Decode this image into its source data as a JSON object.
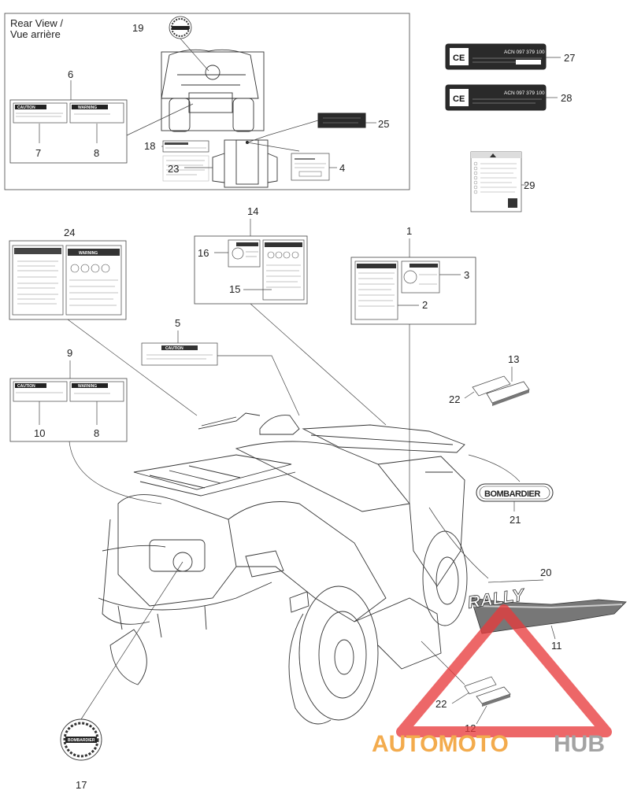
{
  "rear_view": {
    "title_line1": "Rear View /",
    "title_line2": "Vue arrière"
  },
  "callouts": {
    "c1": "1",
    "c2": "2",
    "c3": "3",
    "c4": "4",
    "c5": "5",
    "c6": "6",
    "c7": "7",
    "c8a": "8",
    "c8b": "8",
    "c9": "9",
    "c10": "10",
    "c11": "11",
    "c12": "12",
    "c13": "13",
    "c14": "14",
    "c15": "15",
    "c16": "16",
    "c17": "17",
    "c18": "18",
    "c19": "19",
    "c20": "20",
    "c21": "21",
    "c22a": "22",
    "c22b": "22",
    "c23": "23",
    "c24": "24",
    "c25": "25",
    "c27": "27",
    "c28": "28",
    "c29": "29"
  },
  "labels": {
    "caution": "CAUTION",
    "warning": "WARNING",
    "ce": "CE",
    "acn_27": "ACN 097 379 100",
    "acn_28": "ACN 097 379 100",
    "brand_badge": "BOMBARDIER",
    "rally": "RALLY"
  },
  "watermark": {
    "part1": "AUTOMOTO",
    "part2": "HUB",
    "color1": "#f2a23a",
    "color2": "#9a9a9a",
    "triangle_color": "#e8393b"
  }
}
